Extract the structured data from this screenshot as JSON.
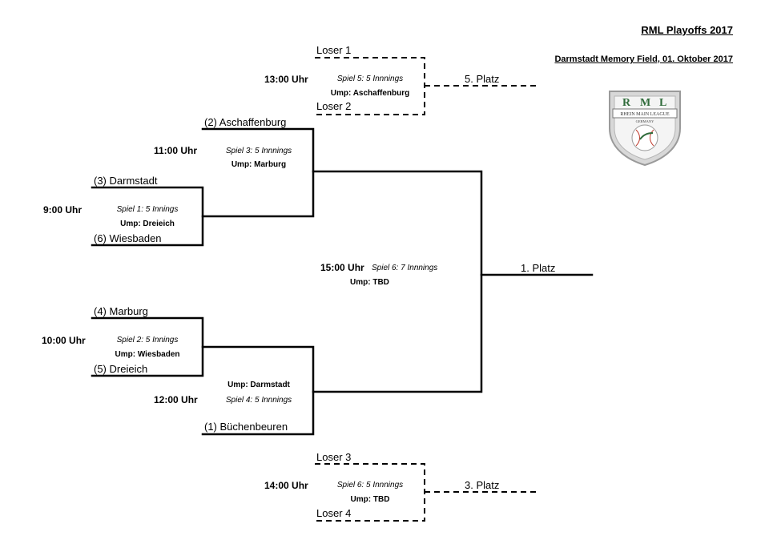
{
  "header": {
    "title": "RML Playoffs 2017",
    "venue": "Darmstadt Memory Field, 01. Oktober 2017"
  },
  "logo": {
    "letters": [
      "R",
      "M",
      "L"
    ],
    "band": "RHEIN MAIN LEAGUE",
    "sub": "GERMANY"
  },
  "teams": {
    "t2": "(2) Aschaffenburg",
    "t3": "(3) Darmstadt",
    "t6": "(6) Wiesbaden",
    "t4": "(4) Marburg",
    "t5": "(5) Dreieich",
    "t1": "(1) Büchenbeuren"
  },
  "losers": {
    "l1": "Loser 1",
    "l2": "Loser 2",
    "l3": "Loser 3",
    "l4": "Loser 4"
  },
  "games": {
    "g1": {
      "time": "9:00 Uhr",
      "name": "Spiel 1: 5 Innings",
      "ump": "Ump: Dreieich"
    },
    "g2": {
      "time": "10:00 Uhr",
      "name": "Spiel 2: 5 Innings",
      "ump": "Ump: Wiesbaden"
    },
    "g3": {
      "time": "11:00 Uhr",
      "name": "Spiel 3: 5 Innnings",
      "ump": "Ump: Marburg"
    },
    "g4": {
      "time": "12:00 Uhr",
      "name": "Spiel 4: 5 Innnings",
      "ump": "Ump: Darmstadt"
    },
    "g5": {
      "time": "13:00 Uhr",
      "name": "Spiel 5: 5 Innnings",
      "ump": "Ump: Aschaffenburg"
    },
    "g6f": {
      "time": "15:00 Uhr",
      "name": "Spiel 6: 7 Innnings",
      "ump": "Ump: TBD"
    },
    "g6c": {
      "time": "14:00 Uhr",
      "name": "Spiel 6: 5 Innnings",
      "ump": "Ump: TBD"
    }
  },
  "places": {
    "first": "1. Platz",
    "third": "3. Platz",
    "fifth": "5. Platz"
  }
}
